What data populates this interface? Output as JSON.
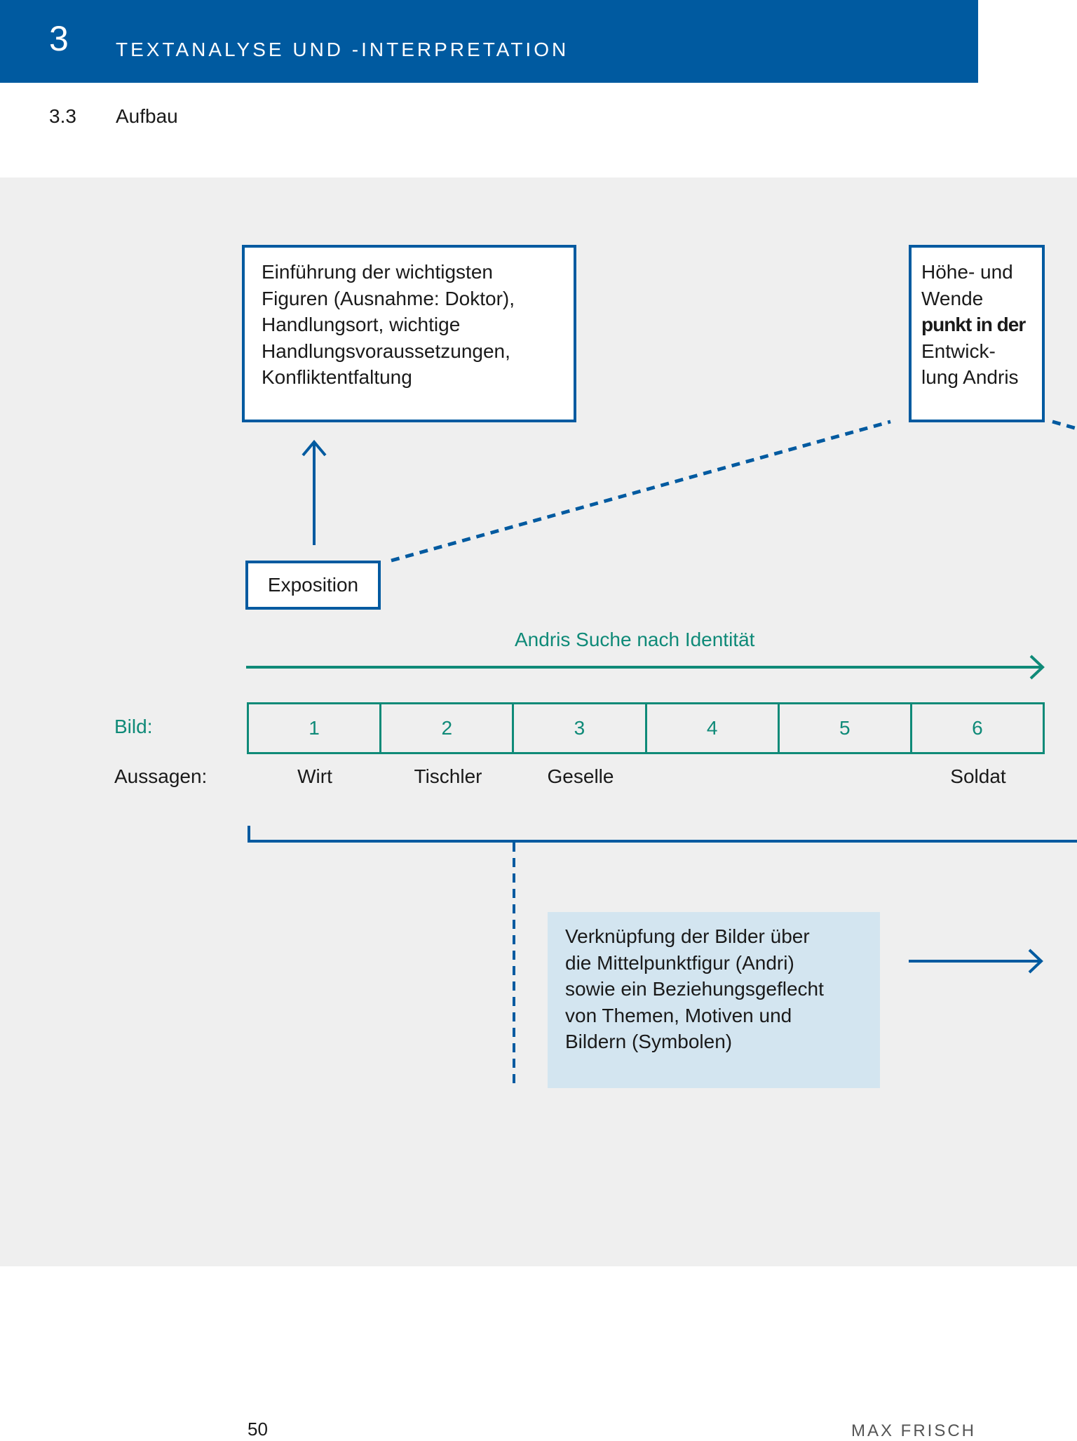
{
  "header": {
    "chapter_number": "3",
    "chapter_title": "TEXTANALYSE UND -INTERPRETATION",
    "section_number": "3.3",
    "section_title": "Aufbau"
  },
  "diagram": {
    "exposition_description": "Einführung der wichtigsten\nFiguren (Ausnahme: Doktor),\nHandlungsort, wichtige\nHandlungsvoraussetzungen,\nKonfliktentfaltung",
    "climax_box": {
      "line1": "Höhe- und",
      "line2": "Wende",
      "line3_bold": "punkt in der",
      "line4": "Entwick-",
      "line5": "lung Andris"
    },
    "exposition_label": "Exposition",
    "identity_arrow_label": "Andris Suche nach Identität",
    "bild_label": "Bild:",
    "aussagen_label": "Aussagen:",
    "scenes": [
      "1",
      "2",
      "3",
      "4",
      "5",
      "6"
    ],
    "statements": [
      "Wirt",
      "Tischler",
      "Geselle",
      "",
      "",
      "Soldat"
    ],
    "link_text": "Verknüpfung der Bilder über\ndie Mittelpunktfigur (Andri)\nsowie ein Beziehungsgeflecht\nvon Themen, Motiven und\nBildern (Symbolen)"
  },
  "colors": {
    "primary_blue": "#005aa0",
    "teal": "#0f8a78",
    "panel_gray": "#efefef",
    "light_blue_box": "#d3e5f0"
  },
  "footer": {
    "page_number": "50",
    "author": "MAX FRISCH"
  }
}
